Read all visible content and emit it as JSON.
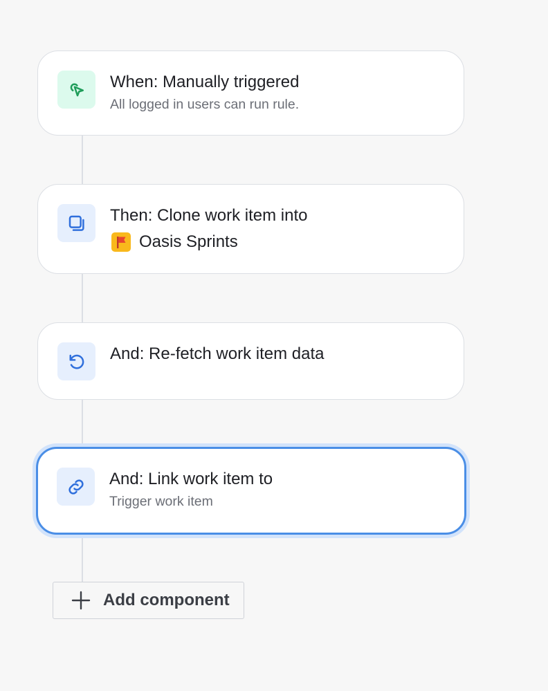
{
  "rule_steps": [
    {
      "title": "When: Manually triggered",
      "subtitle": "All logged in users can run rule.",
      "icon": "cursor-pointer-icon",
      "icon_color": "#1f9d5a",
      "tile_color": "#dcfaed"
    },
    {
      "title": "Then: Clone work item into",
      "project_name": "Oasis Sprints",
      "icon": "copy-icon",
      "project_icon": "red-flag-icon",
      "icon_color": "#2f6fdc",
      "tile_color": "#e6effd"
    },
    {
      "title": "And: Re-fetch work item data",
      "icon": "refresh-icon",
      "icon_color": "#2f6fdc",
      "tile_color": "#e6effd"
    },
    {
      "title": "And: Link work item to",
      "subtitle": "Trigger work item",
      "icon": "link-icon",
      "icon_color": "#2f6fdc",
      "tile_color": "#e6effd",
      "selected": true
    }
  ],
  "add_component": {
    "label": "Add component",
    "icon": "plus-icon"
  },
  "colors": {
    "selected_border": "#4a8ee6",
    "selected_glow": "#d2e3fb",
    "connector": "#dcdfe4",
    "background": "#f7f7f7"
  }
}
